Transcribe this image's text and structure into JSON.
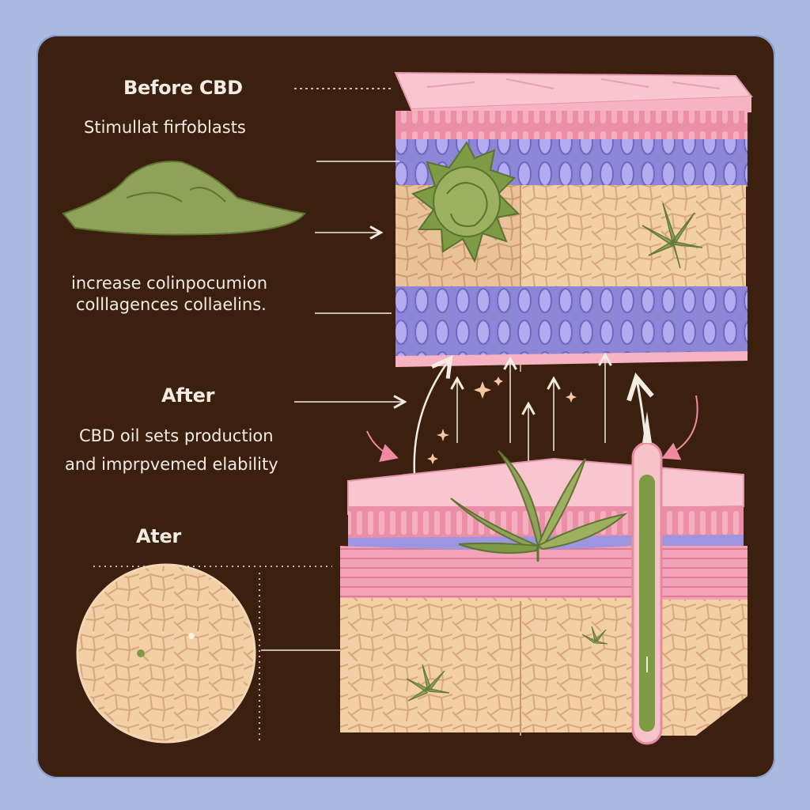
{
  "labels": {
    "before_title": "Before CBD",
    "stimulate": "Stimullat firfoblasts",
    "increase_line1": "increase  colinpocumion",
    "increase_line2": "colllagences collaelins.",
    "after_title": "After",
    "cbd_line1": "CBD oil sets production",
    "cbd_line2": "and imprpvemed elability",
    "ater_title": "Ater"
  },
  "colors": {
    "background": "#a9b9e0",
    "panel": "#3b1f0f",
    "skin_top": "#f6b8c4",
    "skin_cells": "#f3cfa5",
    "membrane": "#9d95e0",
    "leaf_green": "#8ea25a",
    "text": "#f3ece2"
  },
  "icons": [
    "cbd-leaf-icon",
    "fibroblast-cell-icon",
    "oil-dropper-icon",
    "sparkle-icon"
  ]
}
